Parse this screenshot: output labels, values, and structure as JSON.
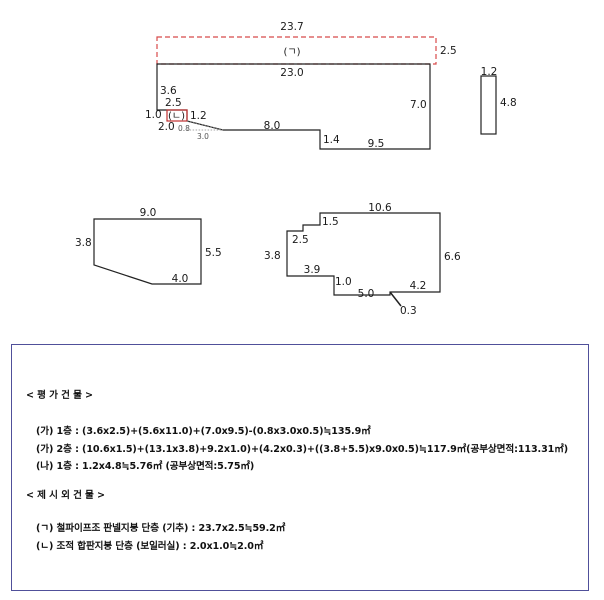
{
  "plan_top": {
    "canopy": {
      "top": "23.7",
      "right": "2.5",
      "mark": "(ㄱ)"
    },
    "main": {
      "top": "23.0",
      "left_upper": "3.6",
      "right": "7.0",
      "boiler_top": "2.5",
      "boiler_left": "1.0",
      "boiler_right": "1.2",
      "boiler_bottom": "2.0",
      "boiler_mark": "(ㄴ)",
      "small_a": "0.8",
      "small_b": "3.0",
      "bottom_a": "8.0",
      "step": "1.4",
      "bottom_b": "9.5"
    },
    "shed": {
      "top": "1.2",
      "side": "4.8"
    }
  },
  "plan_left": {
    "top": "9.0",
    "left": "3.8",
    "right": "5.5",
    "bottom": "4.0"
  },
  "plan_right": {
    "top": "10.6",
    "notch_top": "1.5",
    "notch_side": "2.5",
    "left": "3.8",
    "right": "6.6",
    "bottom_left": "3.9",
    "step": "1.0",
    "bottom_mid": "5.0",
    "bottom_right": "4.2",
    "small": "0.3"
  },
  "summary": {
    "section1": "< 평 가 건 물 >",
    "line1": "(가) 1층 : (3.6x2.5)+(5.6x11.0)+(7.0x9.5)-(0.8x3.0x0.5)≒135.9㎡",
    "line2": "(가) 2층 : (10.6x1.5)+(13.1x3.8)+9.2x1.0)+(4.2x0.3)+((3.8+5.5)x9.0x0.5)≒117.9㎡(공부상면적:113.31㎡)",
    "line3": "(나) 1층 : 1.2x4.8≒5.76㎡ (공부상면적:5.75㎡)",
    "section2": "< 제 시 외 건 물 >",
    "line4": "(ㄱ) 철파이프조 판넬지붕 단층 (기추) : 23.7x2.5≒59.2㎡",
    "line5": "(ㄴ) 조적 합판지붕 단층 (보일러실) : 2.0x1.0≒2.0㎡"
  }
}
